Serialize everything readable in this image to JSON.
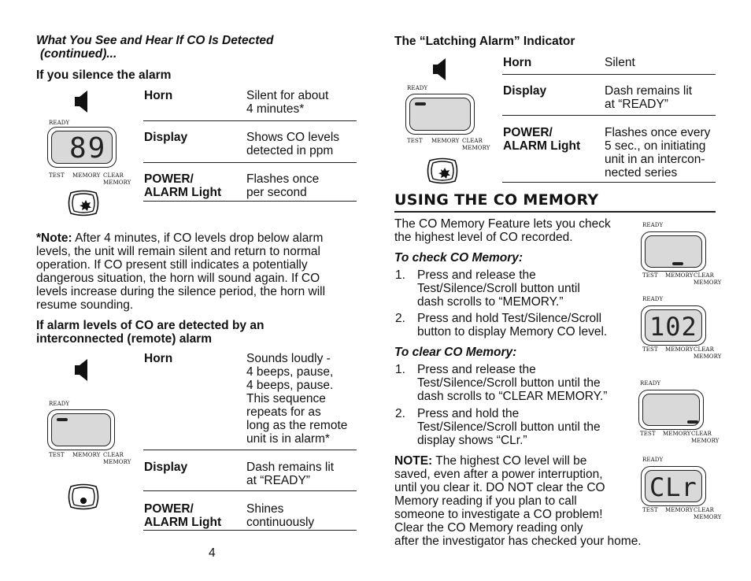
{
  "left": {
    "continued_title_line1": "What You See and Hear If CO Is Detected",
    "continued_title_line2": "(continued)...",
    "silence_heading": "If you silence the alarm",
    "table1": {
      "horn_label": "Horn",
      "horn_value_1": "Silent for about",
      "horn_value_2": "4 minutes*",
      "display_label": "Display",
      "display_value_1": "Shows CO levels",
      "display_value_2": "detected in ppm",
      "power_label_1": "POWER/",
      "power_label_2": "ALARM Light",
      "power_value_1": "Flashes once",
      "power_value_2": "per second"
    },
    "device1": {
      "ready": "READY",
      "digits": "89",
      "test": "TEST",
      "memory": "MEMORY",
      "clear": "CLEAR",
      "memory2": "MEMORY"
    },
    "note_label": "*Note:",
    "note_lines": [
      " After 4 minutes, if CO levels drop below alarm",
      "levels, the unit will remain silent and return to normal",
      "operation. If CO present still indicates a potentially",
      "dangerous situation, the horn will  sound again. If CO",
      "levels increase during the silence period, the horn will",
      "resume sounding."
    ],
    "remote_heading_1": "If alarm levels of CO are detected by an",
    "remote_heading_2": "interconnected (remote) alarm",
    "table2": {
      "horn_label": "Horn",
      "horn_value_lines": [
        "Sounds loudly -",
        "4 beeps, pause,",
        "4 beeps, pause.",
        "This sequence",
        "repeats for as",
        "long as the remote",
        "unit is in alarm*"
      ],
      "display_label": "Display",
      "display_value_1": "Dash remains lit",
      "display_value_2": "at “READY”",
      "power_label_1": "POWER/",
      "power_label_2": "ALARM Light",
      "power_value_1": "Shines",
      "power_value_2": "continuously"
    },
    "device2": {
      "ready": "READY",
      "test": "TEST",
      "memory": "MEMORY",
      "clear": "CLEAR",
      "memory2": "MEMORY"
    },
    "page_number": "4"
  },
  "right": {
    "latching_title": "The “Latching Alarm” Indicator",
    "table3": {
      "horn_label": "Horn",
      "horn_value": "Silent",
      "display_label": "Display",
      "display_value_1": "Dash remains lit",
      "display_value_2": "at “READY”",
      "power_label_1": "POWER/",
      "power_label_2": "ALARM Light",
      "power_value_lines": [
        "Flashes once every",
        "5 sec., on initiating",
        "unit in an intercon-",
        "nected series"
      ]
    },
    "device3": {
      "ready": "READY",
      "test": "TEST",
      "memory": "MEMORY",
      "clear": "CLEAR",
      "memory2": "MEMORY"
    },
    "memory_heading": "USING THE CO MEMORY",
    "intro_1": "The CO Memory Feature lets you check",
    "intro_2": "the highest level of CO recorded.",
    "check_heading": "To check CO Memory:",
    "check_steps": [
      {
        "num": "1.",
        "lines": [
          "Press and release the",
          "Test/Silence/Scroll button until",
          "dash scrolls to “MEMORY.”"
        ]
      },
      {
        "num": "2.",
        "lines": [
          "Press and hold Test/Silence/Scroll",
          "button to display Memory CO level."
        ]
      }
    ],
    "clear_heading": "To clear CO Memory:",
    "clear_steps": [
      {
        "num": "1.",
        "lines": [
          "Press and release the",
          "Test/Silence/Scroll button until the",
          "dash scrolls to “CLEAR MEMORY.”"
        ]
      },
      {
        "num": "2.",
        "lines": [
          "Press and hold the",
          "Test/Silence/Scroll button until the",
          "display shows “CLr.”"
        ]
      }
    ],
    "note_label": "NOTE:",
    "note_lines": [
      " The highest CO level will be",
      "saved, even after a power interruption,",
      "until you clear it. DO NOT clear the CO",
      "Memory reading if you plan to call",
      "someone to investigate a CO problem!",
      "Clear the CO Memory reading only",
      "after the investigator has checked your home."
    ],
    "mini_devices": [
      {
        "ready": "READY",
        "digits": "",
        "test": "TEST",
        "memory": "MEMORY",
        "clear": "CLEAR",
        "memory2": "MEMORY"
      },
      {
        "ready": "READY",
        "digits": "102",
        "test": "TEST",
        "memory": "MEMORY",
        "clear": "CLEAR",
        "memory2": "MEMORY"
      },
      {
        "ready": "READY",
        "digits": "",
        "test": "TEST",
        "memory": "MEMORY",
        "clear": "CLEAR",
        "memory2": "MEMORY"
      },
      {
        "ready": "READY",
        "digits": "CLr",
        "test": "TEST",
        "memory": "MEMORY",
        "clear": "CLEAR",
        "memory2": "MEMORY"
      }
    ]
  }
}
